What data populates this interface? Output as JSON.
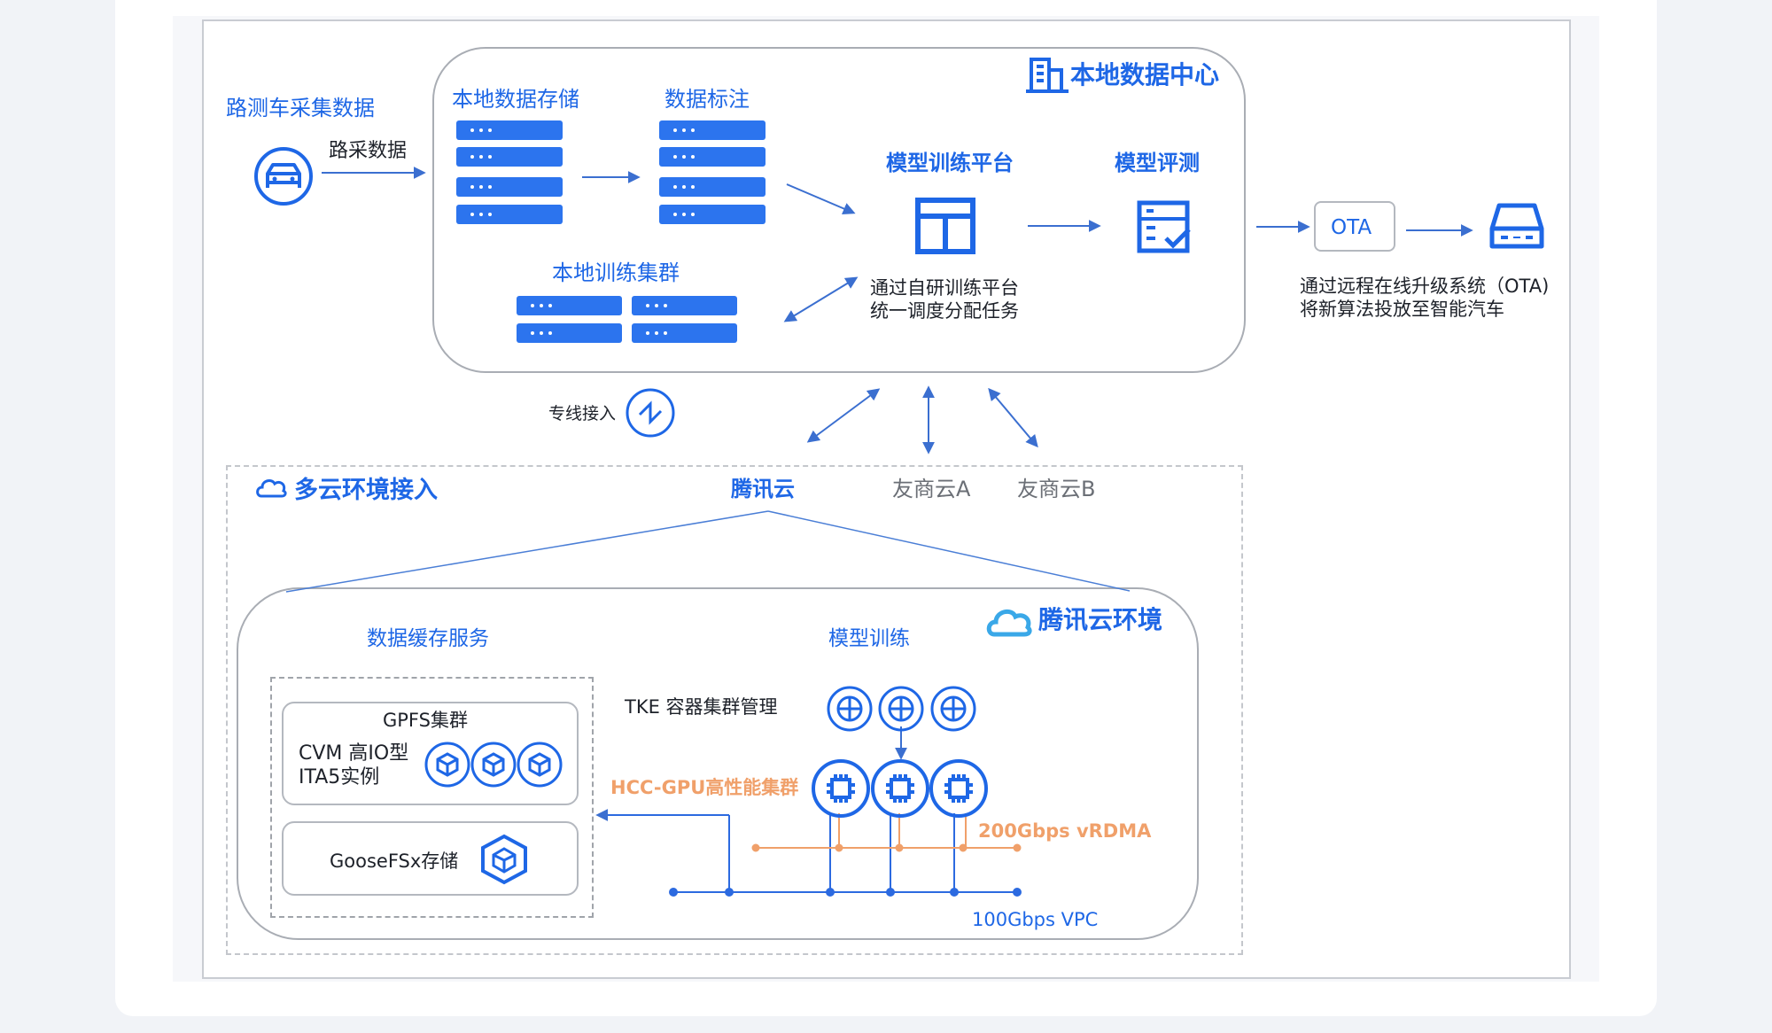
{
  "left": {
    "title": "路测车采集数据",
    "arrow_label": "路采数据"
  },
  "local_dc": {
    "title": "本地数据中心",
    "storage": "本地数据存储",
    "annotation": "数据标注",
    "cluster": "本地训练集群",
    "platform": "模型训练平台",
    "evaluation": "模型评测",
    "platform_desc_1": "通过自研训练平台",
    "platform_desc_2": "统一调度分配任务"
  },
  "ota": {
    "label": "OTA",
    "desc_1": "通过远程在线升级系统（OTA)",
    "desc_2": "将新算法投放至智能汽车"
  },
  "dedicated_line": "专线接入",
  "multicloud": {
    "title": "多云环境接入",
    "tencent": "腾讯云",
    "vendor_a": "友商云A",
    "vendor_b": "友商云B"
  },
  "tencent_env": {
    "title": "腾讯云环境",
    "cache_service": "数据缓存服务",
    "training": "模型训练",
    "gpfs": "GPFS集群",
    "cvm_1": "CVM 高IO型",
    "cvm_2": "ITA5实例",
    "goosefs": "GooseFSx存储",
    "tke": "TKE 容器集群管理",
    "hcc": "HCC-GPU高性能集群",
    "rdma": "200Gbps vRDMA",
    "vpc": "100Gbps VPC"
  },
  "colors": {
    "accent": "#1e67e6",
    "orange": "#f0a06a",
    "border": "#a9adb4"
  }
}
